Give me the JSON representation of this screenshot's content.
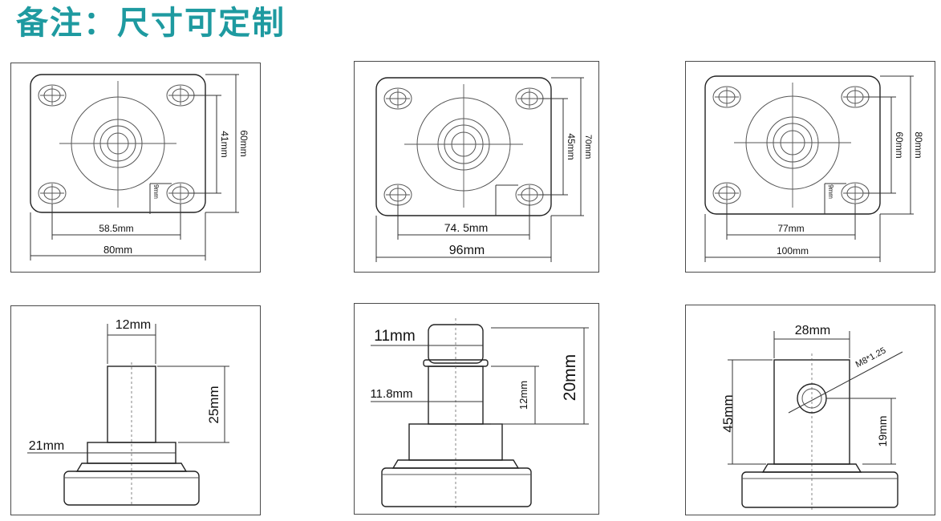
{
  "header": {
    "title": "备注：尺寸可定制"
  },
  "plates": [
    {
      "hole_spacing": "58.5mm",
      "plate_width": "80mm",
      "hole_vertical": "41mm",
      "plate_height": "60mm",
      "hole_dia": "9mm"
    },
    {
      "hole_spacing": "74. 5mm",
      "plate_width": "96mm",
      "hole_vertical": "45mm",
      "plate_height": "70mm"
    },
    {
      "hole_spacing": "77mm",
      "plate_width": "100mm",
      "hole_vertical": "60mm",
      "plate_height": "80mm",
      "hole_dia": "9mm"
    }
  ],
  "side_views": [
    {
      "stem_width": "12mm",
      "stem_height": "25mm",
      "base_width": "21mm"
    },
    {
      "top_width": "11mm",
      "neck_width": "11.8mm",
      "neck_height": "12mm",
      "total_height": "20mm"
    },
    {
      "block_width": "28mm",
      "block_height": "45mm",
      "thread": "M8*1.25",
      "hole_height": "19mm"
    }
  ]
}
